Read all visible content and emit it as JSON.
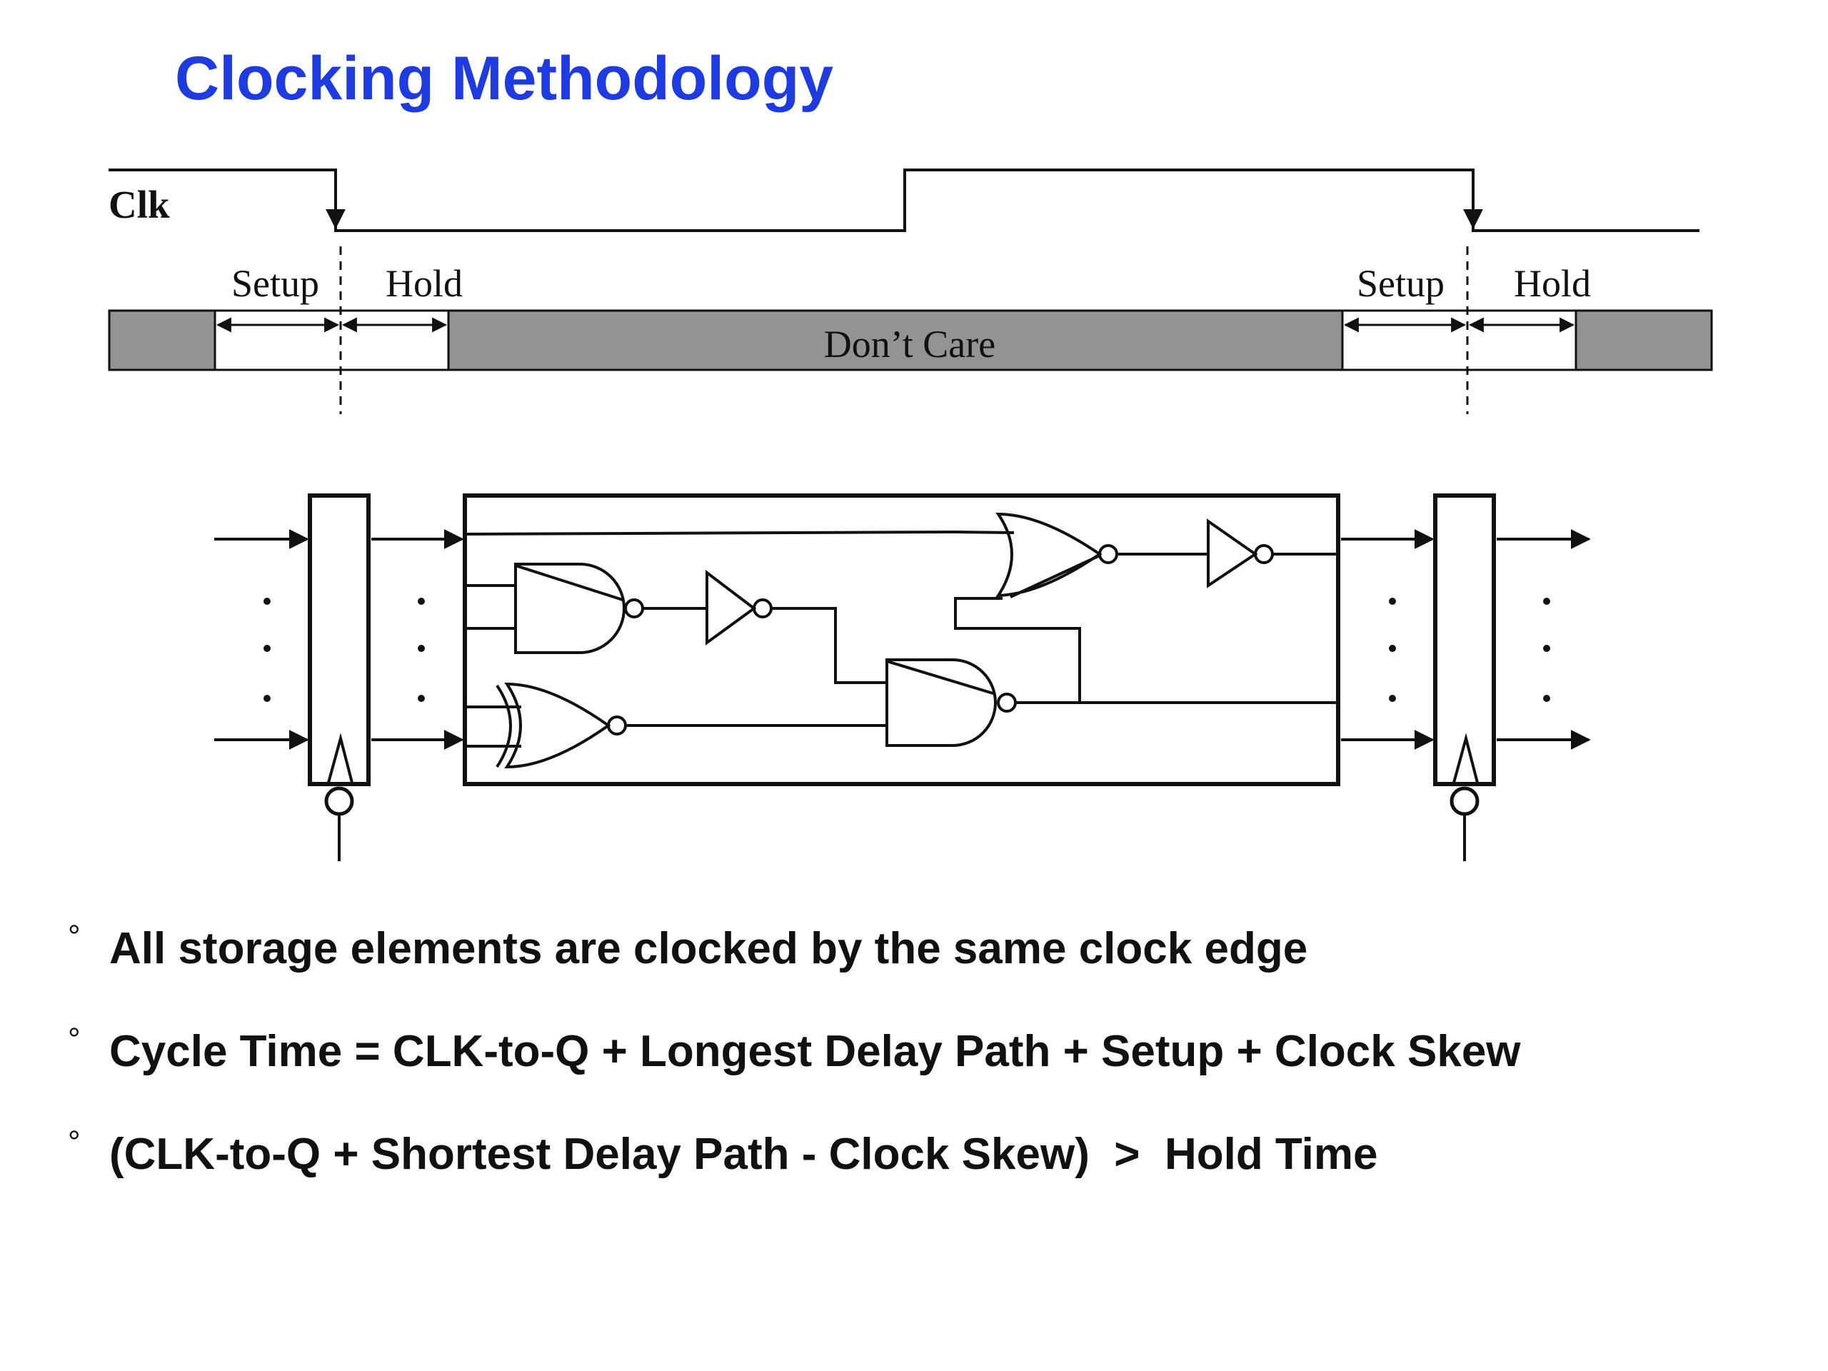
{
  "title": "Clocking Methodology",
  "timing": {
    "clock_label": "Clk",
    "setup_label": "Setup",
    "hold_label": "Hold",
    "dont_care_label": "Don’t Care"
  },
  "bullets": [
    "All storage elements are clocked by the same clock edge",
    "Cycle Time = CLK-to-Q + Longest Delay Path + Setup + Clock Skew",
    "(CLK-to-Q + Shortest Delay Path - Clock Skew)  >  Hold Time"
  ],
  "colors": {
    "title": "#1d3be0",
    "dont_care_fill": "#939393",
    "line": "#111111"
  }
}
